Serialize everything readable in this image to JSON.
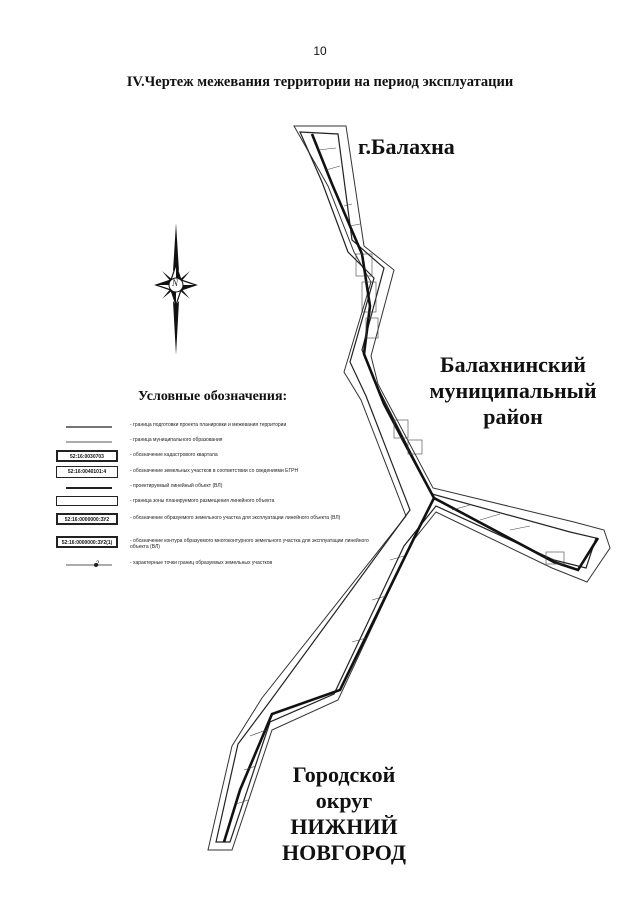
{
  "page_number": "10",
  "title": "IV.Чертеж межевания территории на период эксплуатации",
  "labels": {
    "city": "г.Балахна",
    "district": "Балахнинский муниципальный район",
    "nn_line1": "Городской",
    "nn_line2": "округ",
    "nn_line3": "НИЖНИЙ",
    "nn_line4": "НОВГОРОД"
  },
  "compass_letter": "N",
  "legend": {
    "title": "Условные обозначения:",
    "items": [
      {
        "symbol": "",
        "text": "- граница подготовки проекта планировки и межевания территории"
      },
      {
        "symbol": "",
        "text": "- граница муниципального образования"
      },
      {
        "symbol": "52:16:0030703",
        "text": "- обозначение кадастрового квартала"
      },
      {
        "symbol": "52:16:0040101:4",
        "text": "- обозначение земельных участков в соответствии со сведениями ЕГРН"
      },
      {
        "symbol": "",
        "text": "- проектируемый линейный объект (ВЛ)"
      },
      {
        "symbol": "",
        "text": "- граница зоны планируемого размещения линейного объекта"
      },
      {
        "symbol": "52:16:0000000:ЗУ2",
        "text": "- обозначение образуемого земельного участка для эксплуатации линейного объекта (ВЛ)"
      },
      {
        "symbol": "52:16:0000000:ЗУ2(1)",
        "text": "- обозначение контура образуемого многоконтурного земельного участка для эксплуатации линейного объекта (ВЛ)"
      },
      {
        "symbol": "2",
        "text": "- характерные точки границ образуемых земельных участков"
      }
    ]
  },
  "colors": {
    "ink": "#111111",
    "line": "#222222"
  }
}
